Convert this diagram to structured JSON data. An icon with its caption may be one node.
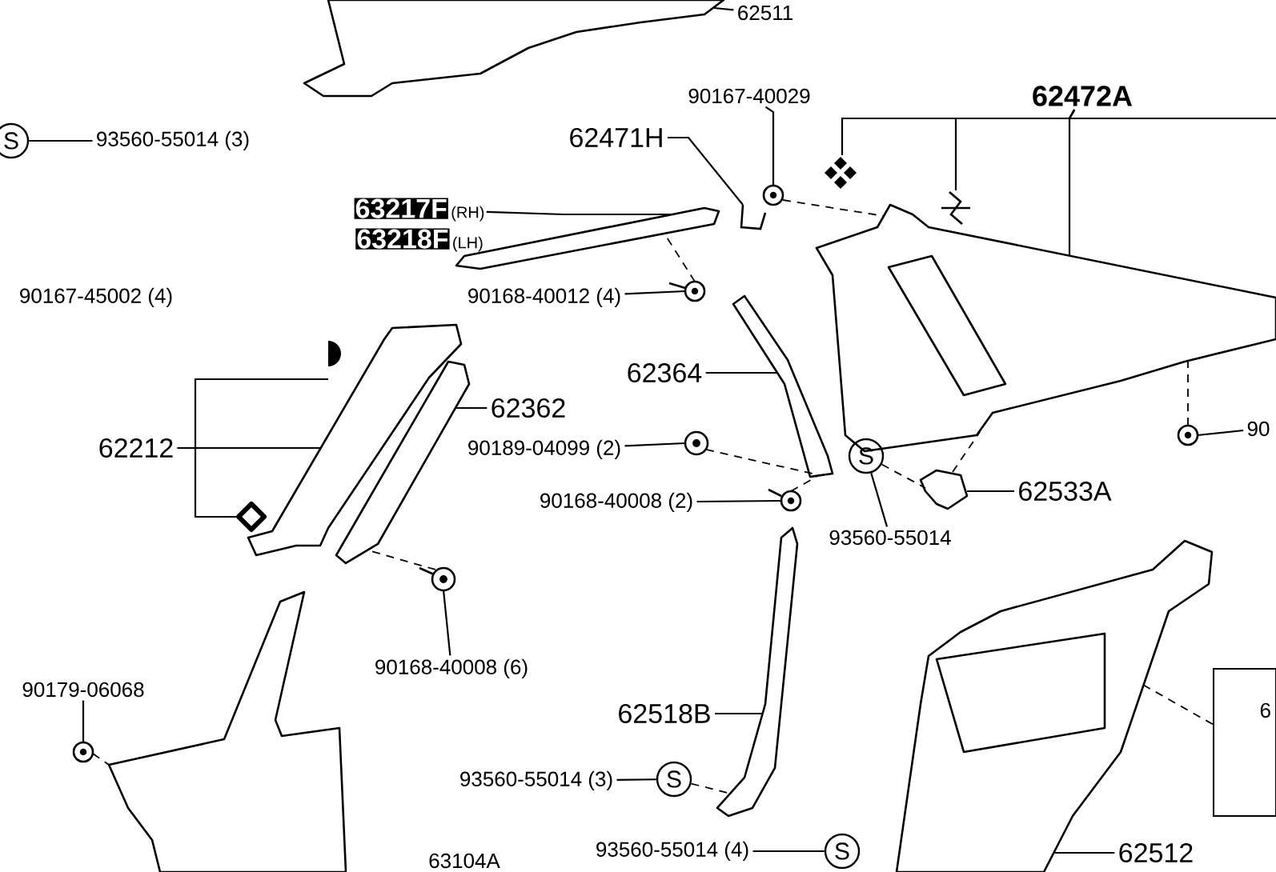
{
  "diagram": {
    "nodes": [
      {
        "text": [
          "62511"
        ]
      },
      {
        "text": [],
        "shape": "picture"
      },
      {
        "text": [
          "S"
        ]
      },
      {
        "text": [
          "93560-55014 (3)"
        ]
      },
      {
        "text": [
          "90167-40029"
        ]
      },
      {
        "text": [
          "62472A"
        ]
      },
      {
        "text": [
          "62471H"
        ]
      },
      {
        "text": [],
        "shape": "picture"
      },
      {
        "text": [],
        "shape": "picture"
      },
      {
        "text": [],
        "shape": "picture"
      },
      {
        "text": [],
        "shape": "picture"
      },
      {
        "text": [],
        "shape": "picture"
      },
      {
        "text": [
          "63217F"
        ],
        "beside": [
          "(RH)"
        ]
      },
      {
        "text": [
          "63218F"
        ],
        "beside": [
          "(LH)"
        ]
      },
      {
        "text": [],
        "shape": "picture"
      },
      {
        "text": [
          "90168-40012 (4)"
        ]
      },
      {
        "text": [],
        "shape": "picture"
      },
      {
        "text": [],
        "shape": "picture"
      },
      {
        "text": [
          "62364"
        ]
      },
      {
        "text": [],
        "shape": "semicircle"
      },
      {
        "text": [
          "62362"
        ]
      },
      {
        "text": [
          "62212"
        ]
      },
      {
        "text": [],
        "shape": "picture"
      },
      {
        "text": [],
        "shape": "picture"
      },
      {
        "text": [
          "90189-04099 (2)"
        ]
      },
      {
        "text": [],
        "shape": "picture"
      },
      {
        "text": [
          "S"
        ]
      },
      {
        "text": [
          "90"
        ]
      },
      {
        "text": [],
        "shape": "picture"
      },
      {
        "text": [],
        "shape": "picture"
      },
      {
        "text": [
          "62533A"
        ]
      },
      {
        "text": [
          "90168-40008 (2)"
        ]
      },
      {
        "text": [],
        "shape": "picture"
      },
      {
        "text": [],
        "shape": "diamond"
      },
      {
        "text": [
          "93560-55014"
        ]
      },
      {
        "text": [],
        "shape": "picture"
      },
      {
        "text": [],
        "shape": "picture"
      },
      {
        "text": [],
        "shape": "picture"
      },
      {
        "text": [
          "90168-40008 (6)"
        ]
      },
      {
        "text": [
          "90179-06068"
        ]
      },
      {
        "text": [
          "62518B"
        ]
      },
      {
        "text": [],
        "shape": "picture"
      },
      {
        "text": [],
        "shape": "picture"
      },
      {
        "text": [
          "6"
        ]
      },
      {
        "text": [
          "S"
        ]
      },
      {
        "text": [
          "93560-55014 (3)"
        ]
      },
      {
        "text": [
          "S"
        ]
      },
      {
        "text": [
          "93560-55014 (4)"
        ]
      },
      {
        "text": [
          "62512"
        ]
      }
    ],
    "edges": [
      {
        "from": 0,
        "to": 1,
        "arrow": "none"
      },
      {
        "from": 3,
        "to": 2,
        "arrow": "none"
      },
      {
        "from": 4,
        "to": 8,
        "arrow": "none"
      },
      {
        "from": 5,
        "to": 7,
        "arrow": "none"
      },
      {
        "from": 5,
        "to": 10,
        "arrow": "none"
      },
      {
        "from": 5,
        "to": 11,
        "arrow": "none"
      },
      {
        "from": 5,
        "to": null,
        "arrow": "none"
      },
      {
        "from": 6,
        "to": 9,
        "arrow": "none"
      },
      {
        "from": 12,
        "to": 14,
        "arrow": "none"
      },
      {
        "from": 15,
        "to": 16,
        "arrow": "none"
      },
      {
        "from": 18,
        "to": 17,
        "arrow": "none"
      },
      {
        "from": 20,
        "to": 23,
        "arrow": "none"
      },
      {
        "from": 21,
        "to": 19,
        "arrow": "none"
      },
      {
        "from": 21,
        "to": 22,
        "arrow": "none"
      },
      {
        "from": 21,
        "to": 33,
        "arrow": "none"
      },
      {
        "from": 24,
        "to": 25,
        "arrow": "none"
      },
      {
        "from": 31,
        "to": 32,
        "arrow": "none"
      },
      {
        "from": 34,
        "to": 26,
        "arrow": "none"
      },
      {
        "from": 30,
        "to": 29,
        "arrow": "none"
      },
      {
        "from": 27,
        "to": 28,
        "arrow": "none"
      },
      {
        "from": 38,
        "to": 35,
        "arrow": "none"
      },
      {
        "from": 39,
        "to": 41,
        "arrow": "none"
      },
      {
        "from": 40,
        "to": 36,
        "arrow": "none"
      },
      {
        "from": 45,
        "to": 44,
        "arrow": "none"
      },
      {
        "from": 47,
        "to": 46,
        "arrow": "none"
      },
      {
        "from": 48,
        "to": 37,
        "arrow": "none"
      },
      {
        "from": 8,
        "to": 11,
        "arrow": "none",
        "style": "dashed"
      },
      {
        "from": 16,
        "to": 14,
        "arrow": "none",
        "style": "dashed"
      },
      {
        "from": 25,
        "to": 17,
        "arrow": "none",
        "style": "dashed"
      },
      {
        "from": 32,
        "to": 17,
        "arrow": "none",
        "style": "dashed"
      },
      {
        "from": 26,
        "to": 29,
        "arrow": "none",
        "style": "dashed"
      },
      {
        "from": 29,
        "to": 11,
        "arrow": "none",
        "style": "dashed"
      },
      {
        "from": 28,
        "to": 11,
        "arrow": "none",
        "style": "dashed"
      },
      {
        "from": 35,
        "to": 23,
        "arrow": "none",
        "style": "dashed"
      },
      {
        "from": 41,
        "to": 42,
        "arrow": "none",
        "style": "dashed"
      },
      {
        "from": 44,
        "to": 36,
        "arrow": "none",
        "style": "dashed"
      },
      {
        "from": 37,
        "to": 43,
        "arrow": "none",
        "style": "dashed"
      }
    ],
    "labels": [
      "90167-45002 (4)",
      "63104A"
    ]
  }
}
